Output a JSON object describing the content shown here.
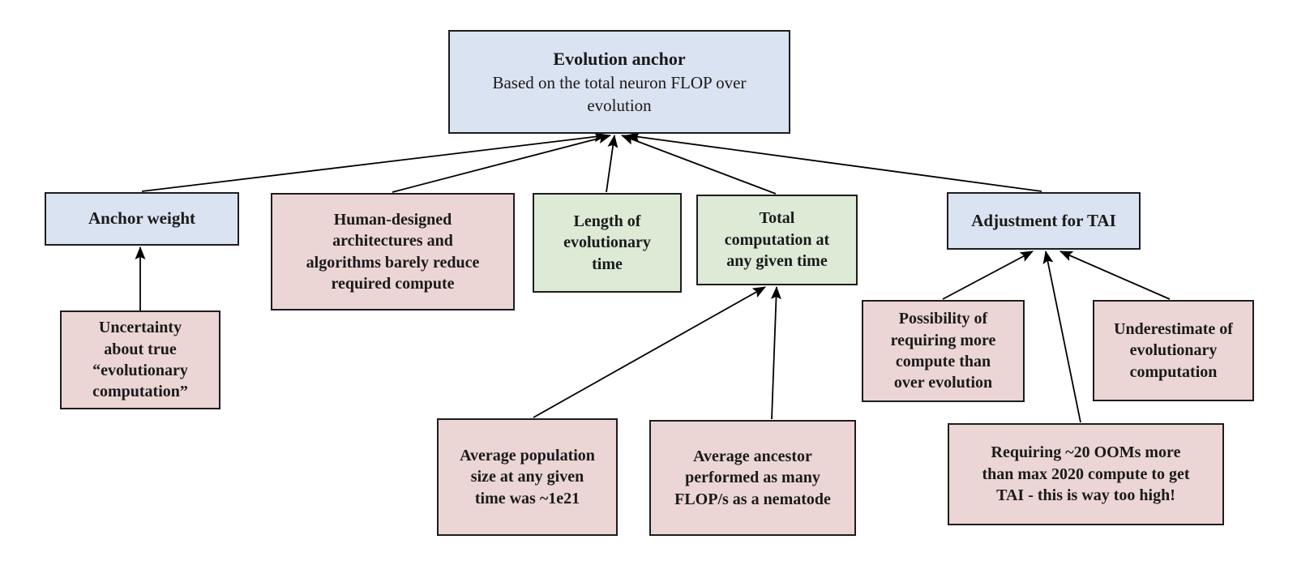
{
  "diagram": {
    "colors": {
      "node_blue": "#dae3f1",
      "node_pink": "#ecd5d5",
      "node_green": "#dcead6",
      "node_border": "#1d1d1d",
      "arrow_color": "#000000",
      "background": "#ffffff",
      "text_color": "#1a1a1a"
    },
    "nodes": [
      {
        "id": "evolution-anchor",
        "type": "blue",
        "label": "Evolution anchor",
        "sublabel": "Based on the total neuron FLOP over evolution"
      },
      {
        "id": "anchor-weight",
        "type": "blue",
        "label": "Anchor weight"
      },
      {
        "id": "human-designed-architectures",
        "type": "pink",
        "label": "Human-designed architectures and algorithms barely reduce required compute"
      },
      {
        "id": "length-of-evolutionary-time",
        "type": "green",
        "label": "Length of evolutionary time"
      },
      {
        "id": "total-computation",
        "type": "green",
        "label": "Total computation at any given time"
      },
      {
        "id": "adjustment-for-tai",
        "type": "blue",
        "label": "Adjustment for TAI"
      },
      {
        "id": "uncertainty-evolutionary-computation",
        "type": "pink",
        "label": "Uncertainty about true “evolutionary computation”"
      },
      {
        "id": "possibility-more-compute",
        "type": "pink",
        "label": "Possibility of requiring more compute than over evolution"
      },
      {
        "id": "underestimate-evolutionary-computation",
        "type": "pink",
        "label": "Underestimate of evolutionary computation"
      },
      {
        "id": "average-population-size",
        "type": "pink",
        "label": "Average population size at any given time was ~1e21"
      },
      {
        "id": "average-ancestor-flops",
        "type": "pink",
        "label": "Average ancestor performed as many FLOP/s as a nematode"
      },
      {
        "id": "requiring-20-ooms",
        "type": "pink",
        "label": "Requiring ~20 OOMs more than max 2020 compute to get TAI - this is way too high!"
      }
    ],
    "edges": [
      {
        "from": "anchor-weight",
        "to": "evolution-anchor"
      },
      {
        "from": "human-designed-architectures",
        "to": "evolution-anchor"
      },
      {
        "from": "length-of-evolutionary-time",
        "to": "evolution-anchor"
      },
      {
        "from": "total-computation",
        "to": "evolution-anchor"
      },
      {
        "from": "adjustment-for-tai",
        "to": "evolution-anchor"
      },
      {
        "from": "uncertainty-evolutionary-computation",
        "to": "anchor-weight"
      },
      {
        "from": "average-population-size",
        "to": "total-computation"
      },
      {
        "from": "average-ancestor-flops",
        "to": "total-computation"
      },
      {
        "from": "possibility-more-compute",
        "to": "adjustment-for-tai"
      },
      {
        "from": "requiring-20-ooms",
        "to": "adjustment-for-tai"
      },
      {
        "from": "underestimate-evolutionary-computation",
        "to": "adjustment-for-tai"
      }
    ]
  }
}
